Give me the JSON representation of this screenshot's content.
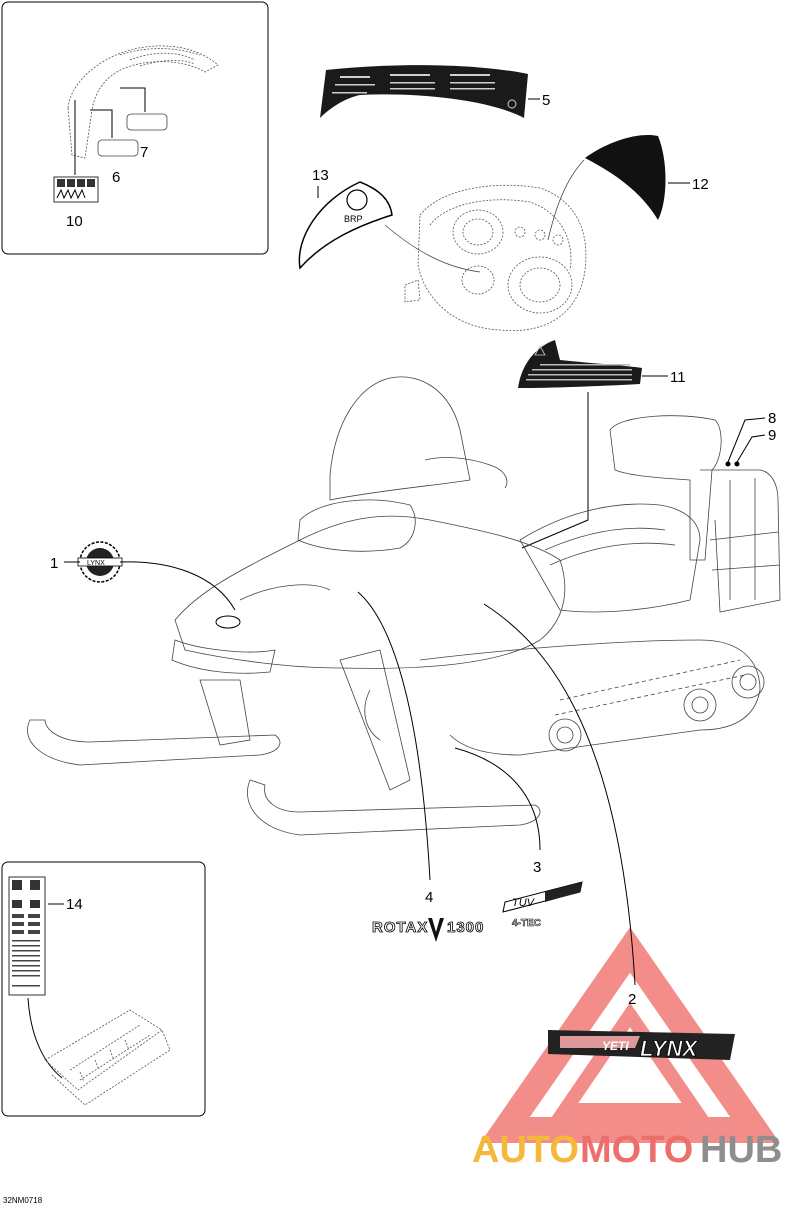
{
  "callouts": {
    "c1": "1",
    "c2": "2",
    "c3": "3",
    "c4": "4",
    "c5": "5",
    "c6": "6",
    "c7": "7",
    "c8": "8",
    "c9": "9",
    "c10": "10",
    "c11": "11",
    "c12": "12",
    "c13": "13",
    "c14": "14"
  },
  "decals": {
    "rotax": "ROTAX",
    "rotax_model": "1300",
    "rotax_suffix": "4-TEC",
    "tuv": "TUV",
    "yeti": "YETI",
    "lynx": "LYNX",
    "emblem_text": "LYNX",
    "brp_text": "BRP"
  },
  "watermark": {
    "auto": "AUTO",
    "moto": "MOTO",
    "hub": "HUB",
    "colors": {
      "auto": "#f4b93a",
      "moto": "#ec6f6c",
      "hub": "#8e8e8e",
      "triangle": "#f07a76"
    }
  },
  "footer": {
    "code": "32NM0718"
  }
}
